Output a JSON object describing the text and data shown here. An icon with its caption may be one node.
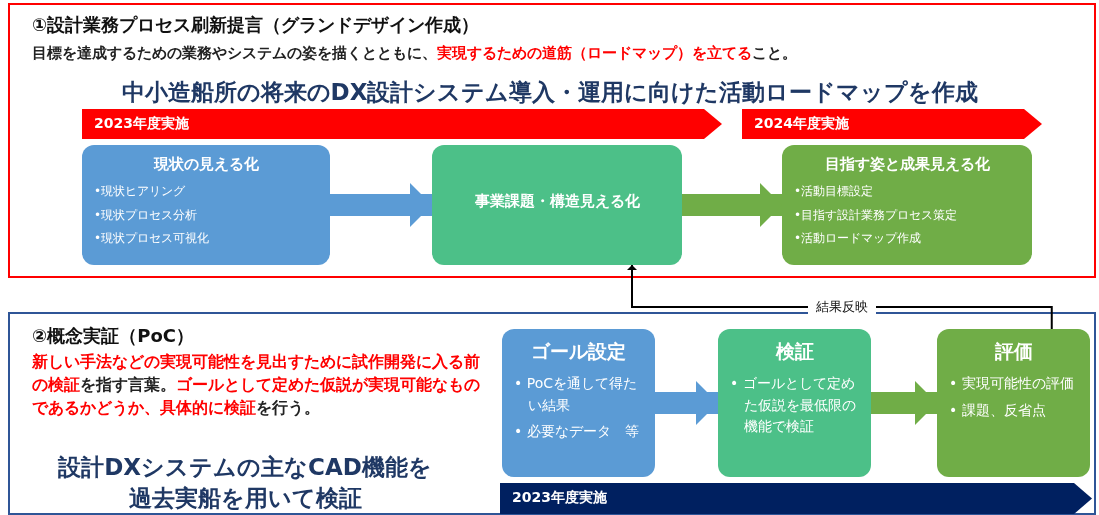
{
  "diagram": {
    "nodes": [
      {
        "text": [
          "①設計業務プロセス刷新提言（グランドデザイン作成）",
          "目標を達成するための業務やシステムの姿を描くとともに、**実現するための道筋（ロードマップ）を立てる**こと。",
          "中小造船所の将来のDX設計システム導入・運用に向けた活動ロードマップを作成"
        ]
      },
      {
        "text": [
          "2023年度実施"
        ],
        "in": 0
      },
      {
        "text": [
          "2024年度実施"
        ],
        "in": 0
      },
      {
        "text": [
          "現状の見える化",
          "•現状ヒアリング",
          "•現状プロセス分析",
          "•現状プロセス可視化"
        ],
        "in": 0
      },
      {
        "text": [
          "事業課題・構造見える化"
        ],
        "in": 0
      },
      {
        "text": [
          "目指す姿と成果見える化",
          "•活動目標設定",
          "•目指す設計業務プロセス策定",
          "•活動ロードマップ作成"
        ],
        "in": 0
      },
      {
        "text": [
          "②概念実証（PoC）",
          "**新しい手法などの実現可能性を見出すために試作開発に入る前の検証**を指す言葉。**ゴールとして定めた仮説が実現可能なものであるかどうか、具体的に検証**を行う。",
          "設計DXシステムの主なCAD機能を過去実船を用いて検証"
        ]
      },
      {
        "text": [
          "ゴール設定",
          "• PoCを通して得たい結果",
          "• 必要なデータ　等"
        ],
        "in": 6
      },
      {
        "text": [
          "検証",
          "• ゴールとして定めた仮説を最低限の機能で検証"
        ],
        "in": 6
      },
      {
        "text": [
          "評価",
          "• 実現可能性の評価",
          "• 課題、反省点"
        ],
        "in": 6
      },
      {
        "text": [
          "2023年度実施"
        ],
        "in": 6
      }
    ],
    "edges": [
      {
        "from": 3,
        "to": 4,
        "arrow": "to",
        "color": "#5b9bd5"
      },
      {
        "from": 4,
        "to": 5,
        "arrow": "to",
        "color": "#70ad47"
      },
      {
        "from": 7,
        "to": 8,
        "arrow": "to",
        "color": "#5b9bd5"
      },
      {
        "from": 8,
        "to": 9,
        "arrow": "to",
        "color": "#70ad47"
      },
      {
        "from": 9,
        "to": 4,
        "arrow": "to",
        "label": "結果反映",
        "color": "#000000"
      }
    ]
  }
}
